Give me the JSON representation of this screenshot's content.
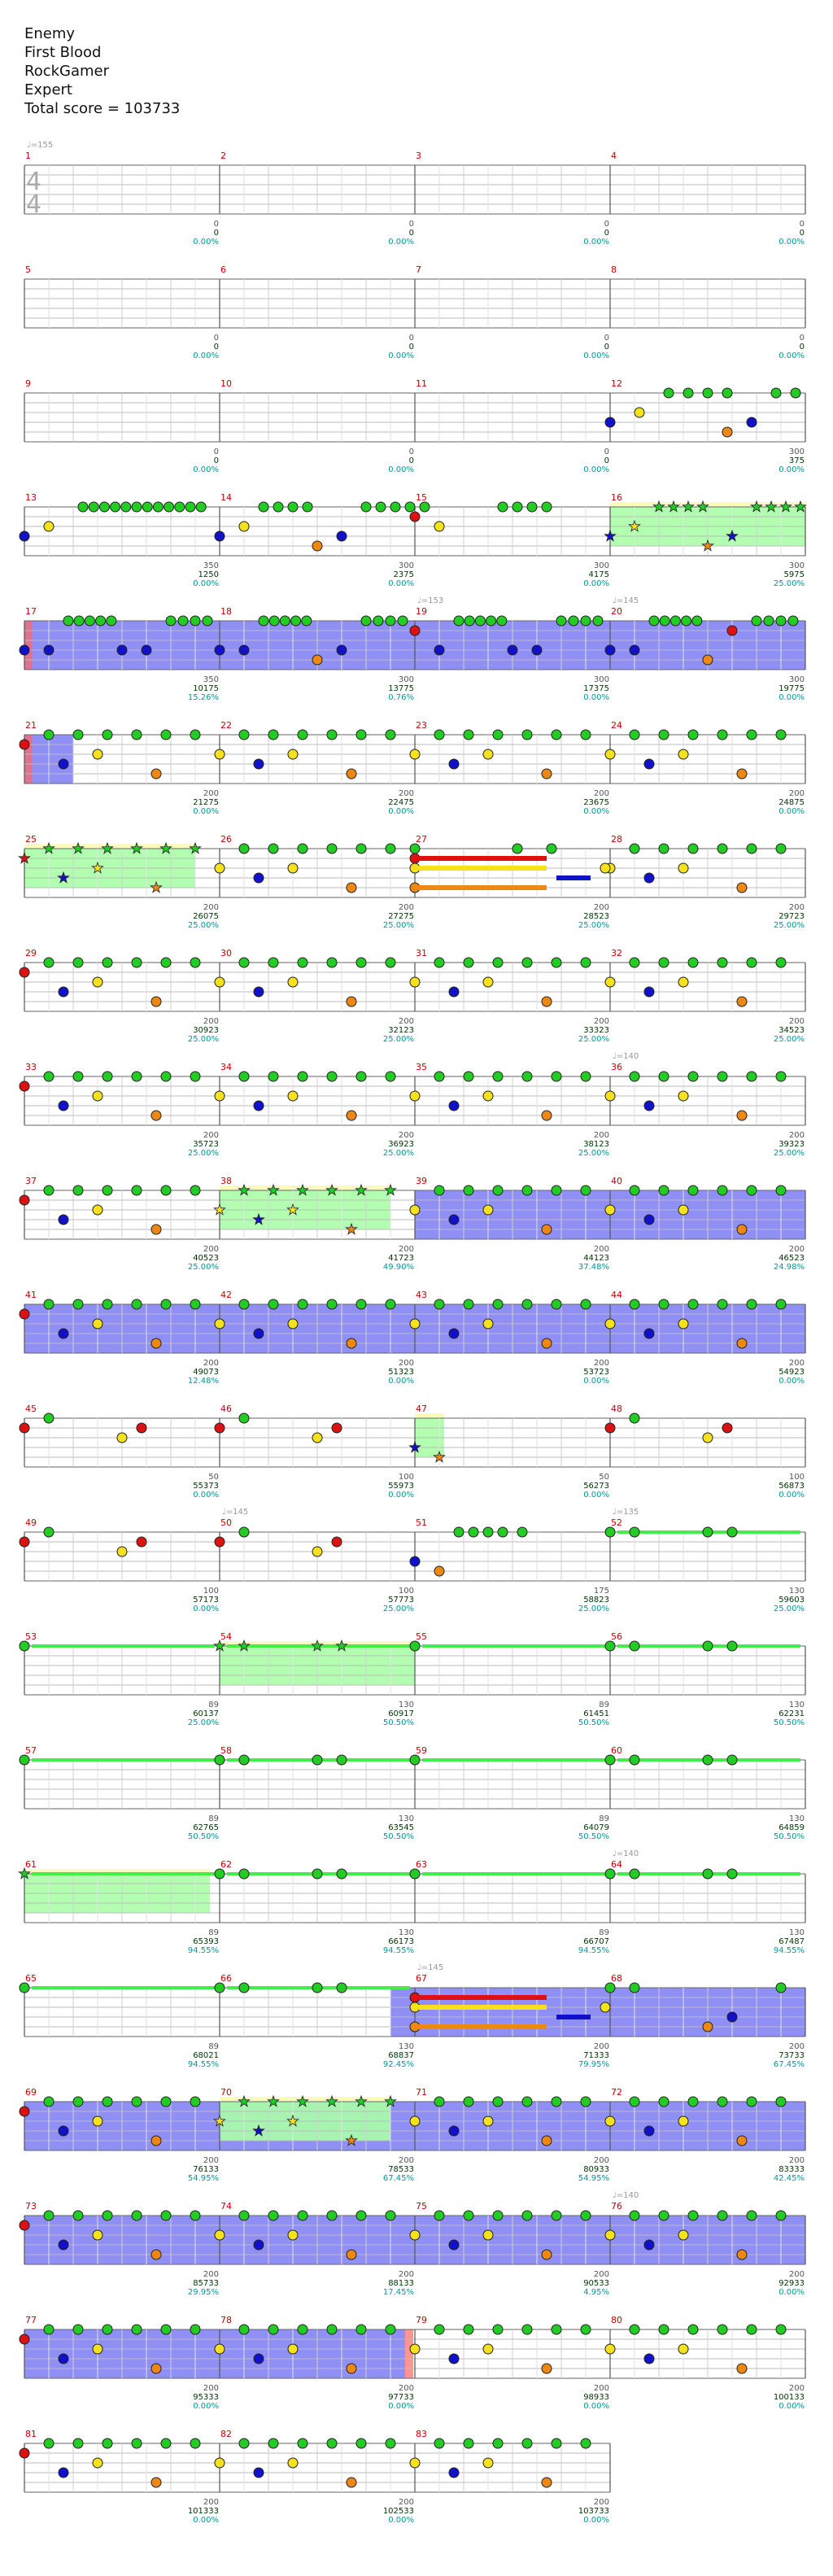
{
  "header": {
    "song": "Enemy",
    "artist": "First Blood",
    "charter": "RockGamer",
    "difficulty": "Expert",
    "total_label": "Total score = 103733"
  },
  "time_signature": [
    "4",
    "4"
  ],
  "colors": {
    "green": "#22cc22",
    "red": "#dd1111",
    "yellow": "#f5e21a",
    "blue": "#1111cc",
    "orange": "#ee8811",
    "overdrive": "#4444ee",
    "solo": "#aaffaa",
    "solo_tail": "#fbfbbe",
    "bpm": "#999999",
    "measure_num": "#cc0000",
    "score": "#003300",
    "percent": "#00999a",
    "sustain_stripe": "#44ee44"
  },
  "chart_data": {
    "type": "table",
    "measures": [
      {
        "n": "1",
        "bpm": "♩=155",
        "pts": "0",
        "score": "0",
        "pct": "0.00%"
      },
      {
        "n": "2",
        "pts": "0",
        "score": "0",
        "pct": "0.00%"
      },
      {
        "n": "3",
        "pts": "0",
        "score": "0",
        "pct": "0.00%"
      },
      {
        "n": "4",
        "pts": "0",
        "score": "0",
        "pct": "0.00%"
      },
      {
        "n": "5",
        "pts": "0",
        "score": "0",
        "pct": "0.00%"
      },
      {
        "n": "6",
        "pts": "0",
        "score": "0",
        "pct": "0.00%"
      },
      {
        "n": "7",
        "pts": "0",
        "score": "0",
        "pct": "0.00%"
      },
      {
        "n": "8",
        "pts": "0",
        "score": "0",
        "pct": "0.00%"
      },
      {
        "n": "9",
        "pts": "0",
        "score": "0",
        "pct": "0.00%"
      },
      {
        "n": "10",
        "pts": "0",
        "score": "0",
        "pct": "0.00%"
      },
      {
        "n": "11",
        "pts": "0",
        "score": "0",
        "pct": "0.00%"
      },
      {
        "n": "12",
        "pts": "300",
        "score": "375",
        "pct": "0.00%"
      },
      {
        "n": "13",
        "pts": "350",
        "score": "1250",
        "pct": "0.00%"
      },
      {
        "n": "14",
        "pts": "300",
        "score": "2375",
        "pct": "0.00%"
      },
      {
        "n": "15",
        "pts": "300",
        "score": "4175",
        "pct": "0.00%"
      },
      {
        "n": "16",
        "pts": "300",
        "score": "5975",
        "pct": "25.00%"
      },
      {
        "n": "17",
        "pts": "350",
        "score": "10175",
        "pct": "15.26%"
      },
      {
        "n": "18",
        "pts": "300",
        "score": "13775",
        "pct": "0.76%"
      },
      {
        "n": "19",
        "bpm": "♩=153",
        "pts": "300",
        "score": "17375",
        "pct": "0.00%"
      },
      {
        "n": "20",
        "bpm": "♩=145",
        "pts": "300",
        "score": "19775",
        "pct": "0.00%"
      },
      {
        "n": "21",
        "pts": "200",
        "score": "21275",
        "pct": "0.00%"
      },
      {
        "n": "22",
        "pts": "200",
        "score": "22475",
        "pct": "0.00%"
      },
      {
        "n": "23",
        "pts": "200",
        "score": "23675",
        "pct": "0.00%"
      },
      {
        "n": "24",
        "pts": "200",
        "score": "24875",
        "pct": "0.00%"
      },
      {
        "n": "25",
        "pts": "200",
        "score": "26075",
        "pct": "25.00%"
      },
      {
        "n": "26",
        "pts": "200",
        "score": "27275",
        "pct": "25.00%"
      },
      {
        "n": "27",
        "pts": "200",
        "score": "28523",
        "pct": "25.00%"
      },
      {
        "n": "28",
        "pts": "200",
        "score": "29723",
        "pct": "25.00%"
      },
      {
        "n": "29",
        "pts": "200",
        "score": "30923",
        "pct": "25.00%"
      },
      {
        "n": "30",
        "pts": "200",
        "score": "32123",
        "pct": "25.00%"
      },
      {
        "n": "31",
        "pts": "200",
        "score": "33323",
        "pct": "25.00%"
      },
      {
        "n": "32",
        "pts": "200",
        "score": "34523",
        "pct": "25.00%"
      },
      {
        "n": "33",
        "pts": "200",
        "score": "35723",
        "pct": "25.00%"
      },
      {
        "n": "34",
        "pts": "200",
        "score": "36923",
        "pct": "25.00%"
      },
      {
        "n": "35",
        "pts": "200",
        "score": "38123",
        "pct": "25.00%"
      },
      {
        "n": "36",
        "bpm": "♩=140",
        "pts": "200",
        "score": "39323",
        "pct": "25.00%"
      },
      {
        "n": "37",
        "pts": "200",
        "score": "40523",
        "pct": "25.00%"
      },
      {
        "n": "38",
        "pts": "200",
        "score": "41723",
        "pct": "49.90%"
      },
      {
        "n": "39",
        "pts": "200",
        "score": "44123",
        "pct": "37.48%"
      },
      {
        "n": "40",
        "pts": "200",
        "score": "46523",
        "pct": "24.98%"
      },
      {
        "n": "41",
        "pts": "200",
        "score": "49073",
        "pct": "12.48%"
      },
      {
        "n": "42",
        "pts": "200",
        "score": "51323",
        "pct": "0.00%"
      },
      {
        "n": "43",
        "pts": "200",
        "score": "53723",
        "pct": "0.00%"
      },
      {
        "n": "44",
        "pts": "200",
        "score": "54923",
        "pct": "0.00%"
      },
      {
        "n": "45",
        "pts": "50",
        "score": "55373",
        "pct": "0.00%"
      },
      {
        "n": "46",
        "pts": "100",
        "score": "55973",
        "pct": "0.00%"
      },
      {
        "n": "47",
        "pts": "50",
        "score": "56273",
        "pct": "0.00%"
      },
      {
        "n": "48",
        "pts": "100",
        "score": "56873",
        "pct": "0.00%"
      },
      {
        "n": "49",
        "pts": "100",
        "score": "57173",
        "pct": "0.00%"
      },
      {
        "n": "50",
        "bpm": "♩=145",
        "pts": "100",
        "score": "57773",
        "pct": "25.00%"
      },
      {
        "n": "51",
        "pts": "175",
        "score": "58823",
        "pct": "25.00%"
      },
      {
        "n": "52",
        "bpm": "♩=135",
        "pts": "130",
        "score": "59603",
        "pct": "25.00%"
      },
      {
        "n": "53",
        "pts": "89",
        "score": "60137",
        "pct": "25.00%"
      },
      {
        "n": "54",
        "pts": "130",
        "score": "60917",
        "pct": "50.50%"
      },
      {
        "n": "55",
        "pts": "89",
        "score": "61451",
        "pct": "50.50%"
      },
      {
        "n": "56",
        "pts": "130",
        "score": "62231",
        "pct": "50.50%"
      },
      {
        "n": "57",
        "pts": "89",
        "score": "62765",
        "pct": "50.50%"
      },
      {
        "n": "58",
        "pts": "130",
        "score": "63545",
        "pct": "50.50%"
      },
      {
        "n": "59",
        "pts": "89",
        "score": "64079",
        "pct": "50.50%"
      },
      {
        "n": "60",
        "pts": "130",
        "score": "64859",
        "pct": "50.50%"
      },
      {
        "n": "61",
        "pts": "89",
        "score": "65393",
        "pct": "94.55%"
      },
      {
        "n": "62",
        "pts": "130",
        "score": "66173",
        "pct": "94.55%"
      },
      {
        "n": "63",
        "pts": "89",
        "score": "66707",
        "pct": "94.55%"
      },
      {
        "n": "64",
        "bpm": "♩=140",
        "pts": "130",
        "score": "67487",
        "pct": "94.55%"
      },
      {
        "n": "65",
        "pts": "89",
        "score": "68021",
        "pct": "94.55%"
      },
      {
        "n": "66",
        "pts": "130",
        "score": "68837",
        "pct": "92.45%"
      },
      {
        "n": "67",
        "bpm": "♩=145",
        "pts": "200",
        "score": "71333",
        "pct": "79.95%"
      },
      {
        "n": "68",
        "pts": "200",
        "score": "73733",
        "pct": "67.45%"
      },
      {
        "n": "69",
        "pts": "200",
        "score": "76133",
        "pct": "54.95%"
      },
      {
        "n": "70",
        "pts": "200",
        "score": "78533",
        "pct": "67.45%"
      },
      {
        "n": "71",
        "pts": "200",
        "score": "80933",
        "pct": "54.95%"
      },
      {
        "n": "72",
        "pts": "200",
        "score": "83333",
        "pct": "42.45%"
      },
      {
        "n": "73",
        "pts": "200",
        "score": "85733",
        "pct": "29.95%"
      },
      {
        "n": "74",
        "pts": "200",
        "score": "88133",
        "pct": "17.45%"
      },
      {
        "n": "75",
        "pts": "200",
        "score": "90533",
        "pct": "4.95%"
      },
      {
        "n": "76",
        "bpm": "♩=140",
        "pts": "200",
        "score": "92933",
        "pct": "0.00%"
      },
      {
        "n": "77",
        "pts": "200",
        "score": "95333",
        "pct": "0.00%"
      },
      {
        "n": "78",
        "pts": "200",
        "score": "97733",
        "pct": "0.00%"
      },
      {
        "n": "79",
        "pts": "200",
        "score": "98933",
        "pct": "0.00%"
      },
      {
        "n": "80",
        "pts": "200",
        "score": "100133",
        "pct": "0.00%"
      },
      {
        "n": "81",
        "pts": "200",
        "score": "101333",
        "pct": "0.00%"
      },
      {
        "n": "82",
        "pts": "200",
        "score": "102533",
        "pct": "0.00%"
      },
      {
        "n": "83",
        "pts": "200",
        "score": "103733",
        "pct": "0.00%"
      }
    ]
  }
}
